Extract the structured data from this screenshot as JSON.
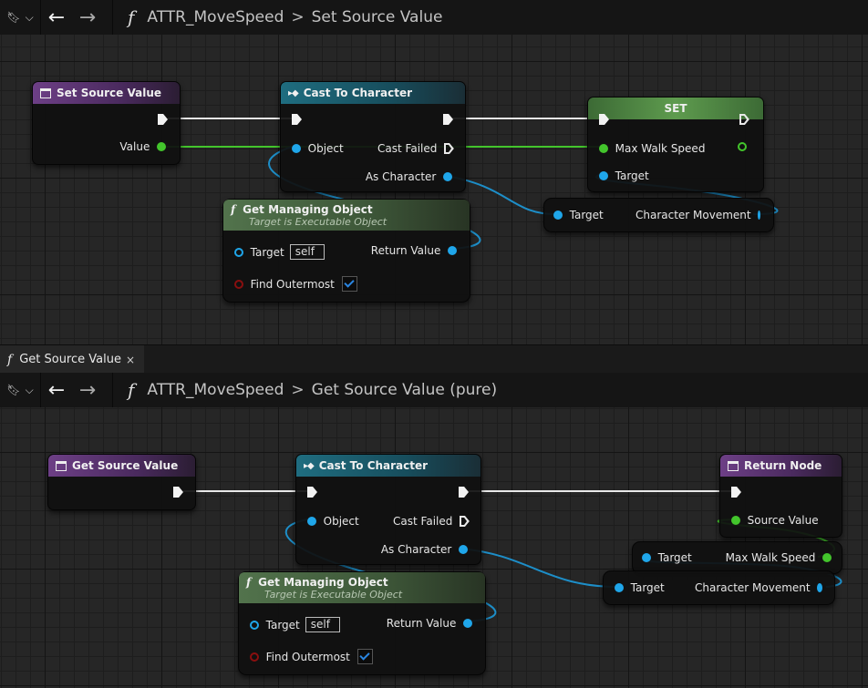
{
  "toolbar1": {
    "breadcrumb_graph": "ATTR_MoveSpeed",
    "breadcrumb_function": "Set Source Value"
  },
  "tab": {
    "label": "Get Source Value",
    "close": "×"
  },
  "toolbar2": {
    "breadcrumb_graph": "ATTR_MoveSpeed",
    "breadcrumb_function": "Get Source Value (pure)"
  },
  "graph1": {
    "entry": {
      "title": "Set Source Value",
      "value_pin": "Value"
    },
    "cast": {
      "title": "Cast To Character",
      "object_pin": "Object",
      "failed_pin": "Cast Failed",
      "as_pin": "As Character"
    },
    "getmo": {
      "title": "Get Managing Object",
      "subtitle": "Target is Executable Object",
      "target_pin": "Target",
      "target_default": "self",
      "return_pin": "Return Value",
      "outermost_pin": "Find Outermost",
      "outermost_checked": true
    },
    "set": {
      "title": "SET",
      "speed_pin": "Max Walk Speed",
      "target_pin": "Target"
    },
    "cm": {
      "target_pin": "Target",
      "out_pin": "Character Movement"
    }
  },
  "graph2": {
    "entry": {
      "title": "Get Source Value"
    },
    "cast": {
      "title": "Cast To Character",
      "object_pin": "Object",
      "failed_pin": "Cast Failed",
      "as_pin": "As Character"
    },
    "getmo": {
      "title": "Get Managing Object",
      "subtitle": "Target is Executable Object",
      "target_pin": "Target",
      "target_default": "self",
      "return_pin": "Return Value",
      "outermost_pin": "Find Outermost",
      "outermost_checked": true
    },
    "ret": {
      "title": "Return Node",
      "source_pin": "Source Value"
    },
    "mws": {
      "target_pin": "Target",
      "out_pin": "Max Walk Speed"
    },
    "cm": {
      "target_pin": "Target",
      "out_pin": "Character Movement"
    }
  },
  "colors": {
    "exec_wire": "#e8e8e8",
    "float_wire": "#43c52c",
    "object_wire": "#1d8ec8",
    "function_header": "#6d3f86",
    "cast_header": "#1f6d80",
    "pure_header": "#52734c"
  }
}
